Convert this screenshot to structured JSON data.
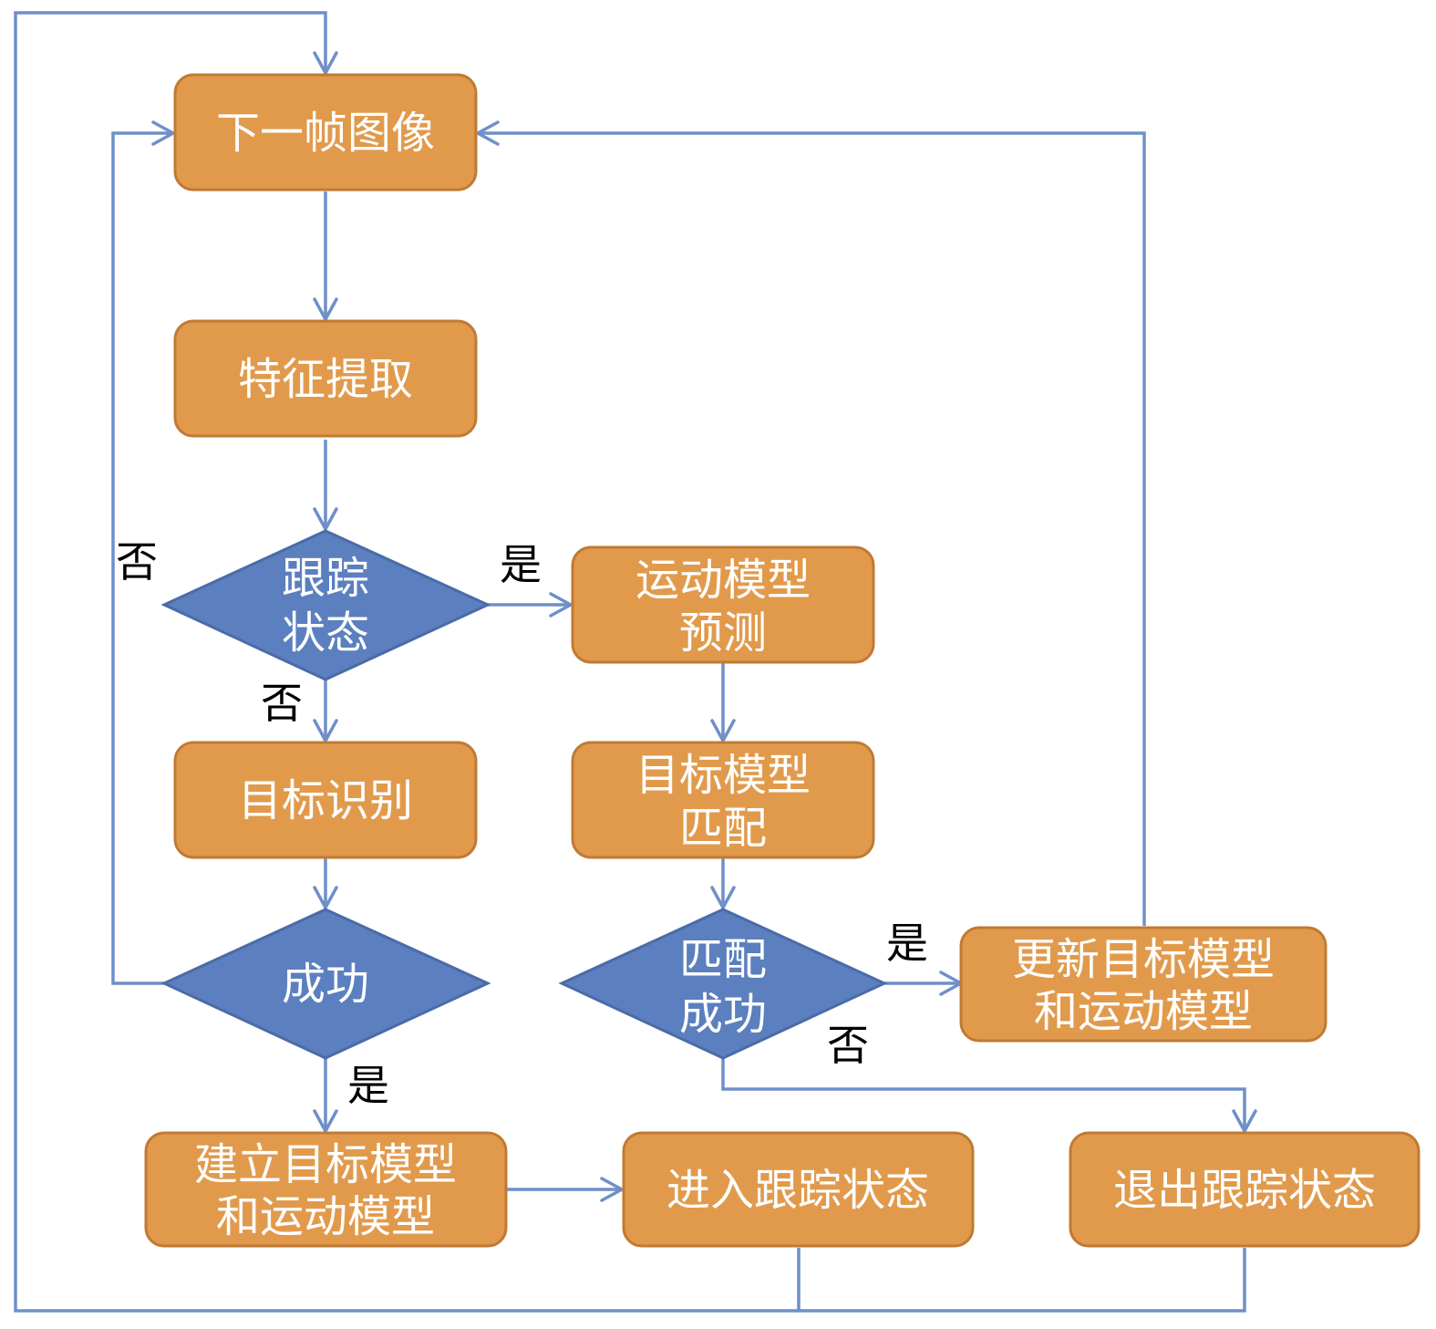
{
  "nodes": {
    "next_frame": {
      "label": "下一帧图像"
    },
    "feature_extraction": {
      "label": "特征提取"
    },
    "tracking_state": {
      "line1": "跟踪",
      "line2": "状态"
    },
    "motion_predict": {
      "line1": "运动模型",
      "line2": "预测"
    },
    "target_recognition": {
      "label": "目标识别"
    },
    "model_match": {
      "line1": "目标模型",
      "line2": "匹配"
    },
    "success": {
      "label": "成功"
    },
    "match_success": {
      "line1": "匹配",
      "line2": "成功"
    },
    "update_models": {
      "line1": "更新目标模型",
      "line2": "和运动模型"
    },
    "build_models": {
      "line1": "建立目标模型",
      "line2": "和运动模型"
    },
    "enter_tracking": {
      "label": "进入跟踪状态"
    },
    "exit_tracking": {
      "label": "退出跟踪状态"
    }
  },
  "edge_labels": {
    "tracking_yes": "是",
    "tracking_no": "否",
    "success_no": "否",
    "success_yes": "是",
    "match_yes": "是",
    "match_no": "否"
  },
  "colors": {
    "process": "#E19A4C",
    "decision": "#5B7FBF",
    "connector": "#6F8FC8"
  }
}
